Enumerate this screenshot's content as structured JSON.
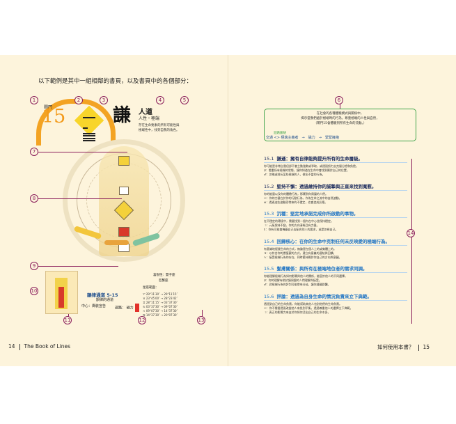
{
  "intro": "以下範例是其中一組相鄰的書頁，以及書頁中的各個部分：",
  "gate": {
    "label": "閘門",
    "number": "15",
    "character": "謙",
    "title": "人道",
    "subtitle": "人性・極端",
    "description": "存在生命要素的所有可能性與極端性中，找到自我的角色。"
  },
  "callouts": [
    "1",
    "2",
    "3",
    "4",
    "5",
    "6",
    "7",
    "8",
    "9",
    "10",
    "11",
    "12",
    "13",
    "14"
  ],
  "circuit_box": {
    "line1": "在社會的各種體驗模式與關係中，",
    "line2": "揭示當我們處於極端時的行為，尊重極端的人性與自然，",
    "line3": "（閘門15會體驗到所有生命的流動。）",
    "circuit_label": "迴路脈絡",
    "circuit_path": "交通 <> 極端主義者　→　磁力　→　緊緊擁抱"
  },
  "lines": [
    {
      "num": "15.1",
      "title": "謙遜：擁有自律能夠提升所有的生命層級。",
      "body": [
        "你可能是非常自我但卻不會主動強勢或爭取，或透過努力去克服分擔和負擔。",
        "♀：看重所有極端的狀態，讓你知道在生命中會找到屬於自己的位置。",
        "♂：忽略或排斥某些極端的人，做出不當的行為。"
      ]
    },
    {
      "num": "15.2",
      "title": "堅持不懈：透過維持你的誠摯與正直來找到寬慰。",
      "body": [
        "你的能量以及你的體驗行為，影響到你周圍的人們。",
        "☉：你的力量在於你的行動行為，作為生命之流中的自然波動。",
        "⊕：透過這些波動而帶來的不穩定，也會造成反應。"
      ]
    },
    {
      "num": "15.3",
      "title": "沉穩：堅定地承諾完成你所啟動的事物。",
      "body": [
        "在不穩定的環境中，需要找到一個內在中心並保持穩定。",
        "☽：元氣保持不變，你的方向清晰且有力量。",
        "☿：你有可能會掩蓋自己去配合別人的要求，或是忽視自己。"
      ]
    },
    {
      "num": "15.4",
      "title": "回歸核心：在你的生命中克制任何未反映愛的極端行為。",
      "body": [
        "有意識地經營生命的方式，無論是在個人上的或集體上的。",
        "♃：以符合你的價值觀的方式，建立有意義的連結與回饋。",
        "♄：接受極端行為的存在，同時堅持屬於你自己的方向與意圖。"
      ]
    },
    {
      "num": "15.5",
      "title": "髮膚關係：與所有在極端地位者的需求同調。",
      "body": [
        "你能理解極端行為如何影響與他人的關係，能容許他人的不同選擇。",
        "♀：你的理解有助於讓周圍的人們理解與接受。",
        "♂：對極端行為的評判可能帶來分歧，讓你遠離群體。"
      ]
    },
    {
      "num": "15.6",
      "title": "評論：透過為自身生命的情況負責來立下典範。",
      "body": [
        "透過對自己的生命負責，你能幫助其他人也對他們的生命負責。",
        "☉：你不需要透過改變他人來找到平衡，透過尊重他人的選擇立下典範。",
        "☽：真正的影響力來自於你如何活出自己的生命本身。"
      ]
    }
  ],
  "channel": {
    "title": "韻律通道 5-15",
    "subtitle": "韻律的通道",
    "center_label": "中心：喬裝宣告",
    "circuit_label": "迴路：",
    "circuit_value": "磁力"
  },
  "planets": {
    "head1": "喜悅性：雙子座",
    "head2": "巨蟹座",
    "notes": "星座範圍：",
    "rows": [
      "♈ 29°11′30″ → 29°11′15″",
      "♉ 23°45′00″ → 28°23′42″",
      "♊ 28°11′15″ → 03°37′30″",
      "♋ 03°37′30″ → 09°07′30″",
      "♌ 09°07′30″ → 14°37′30″",
      "♍ 14°37′30″ → 20°07′30″"
    ]
  },
  "footer": {
    "left_page": "14",
    "left_title": "The Book of Lines",
    "right_title": "如何使用本書？",
    "right_page": "15"
  },
  "colors": {
    "accent": "#8a1c5a",
    "gate_orange": "#f39a1a",
    "line_blue": "#1f74c4",
    "circuit_green": "#3fa44a",
    "page_bg": "#fdf4dc"
  }
}
